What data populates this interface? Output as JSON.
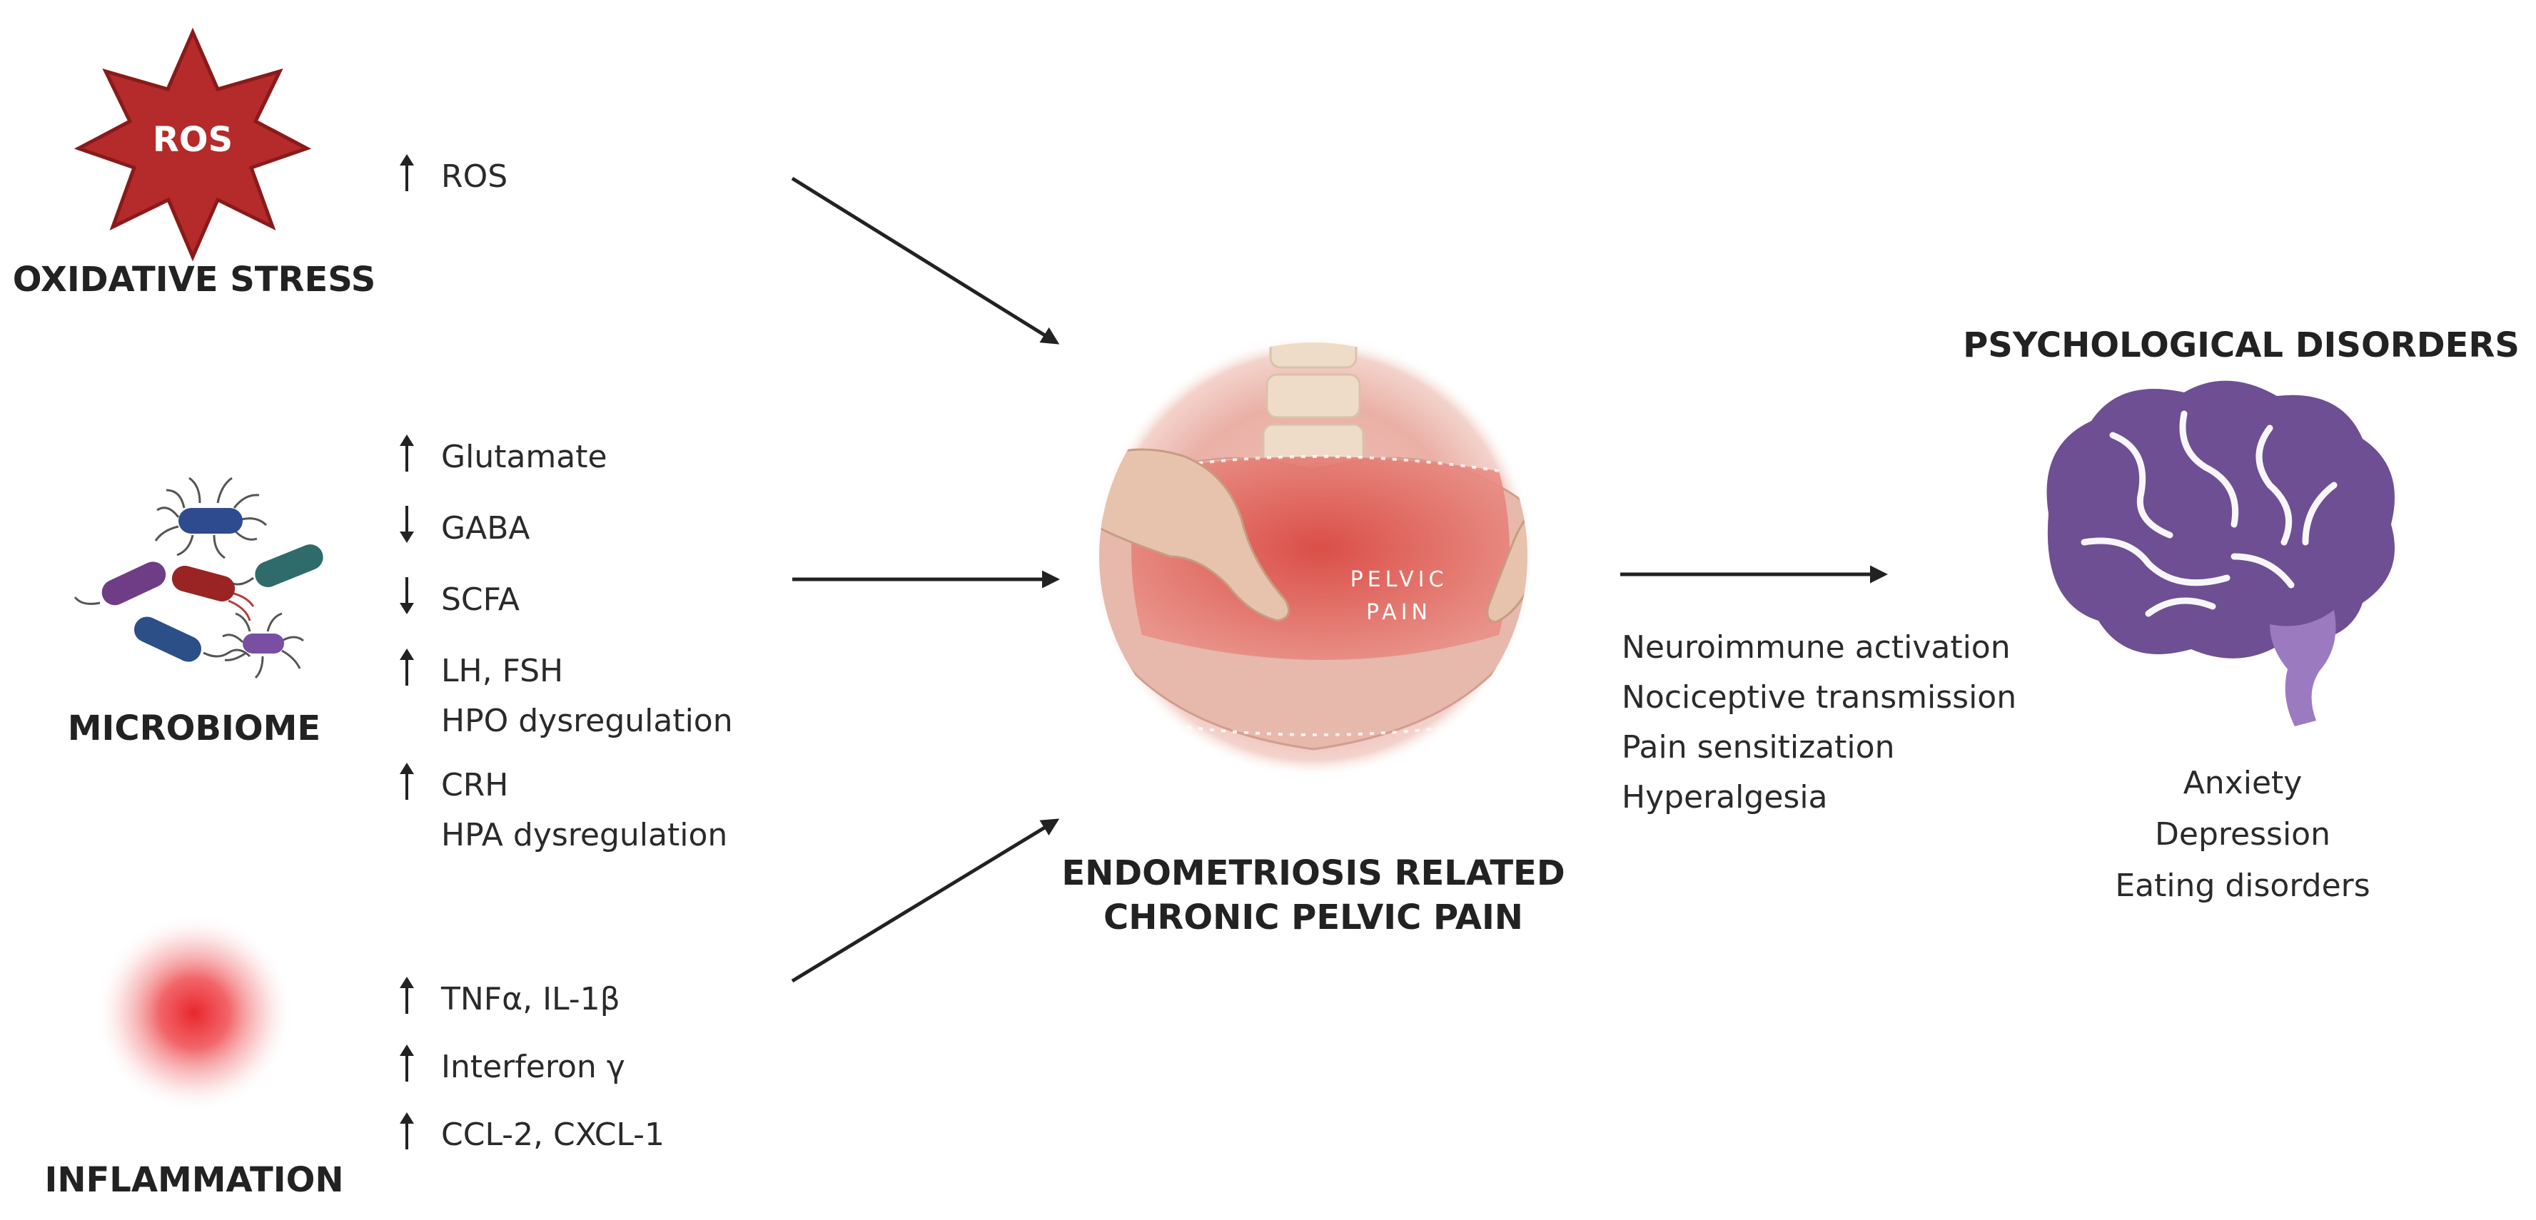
{
  "colors": {
    "ros_star": "#b52a2a",
    "ros_star_stroke": "#8a1a1a",
    "inflammation": "#e8262c",
    "brain_main": "#6e4f93",
    "brain_stem": "#9c7ac0",
    "pain_skin": "#e9a79f",
    "pain_region": "#d8554e",
    "arrow": "#222222",
    "text": "#222222"
  },
  "oxidative_stress": {
    "badge_text": "ROS",
    "title": "OXIDATIVE STRESS",
    "factors": [
      {
        "direction": "up",
        "label": "ROS"
      }
    ]
  },
  "microbiome": {
    "title": "MICROBIOME",
    "factors": [
      {
        "direction": "up",
        "label": "Glutamate"
      },
      {
        "direction": "down",
        "label": "GABA"
      },
      {
        "direction": "down",
        "label": "SCFA"
      },
      {
        "direction": "up",
        "label": "LH, FSH",
        "sub": "HPO dysregulation"
      },
      {
        "direction": "up",
        "label": "CRH",
        "sub": "HPA dysregulation"
      }
    ]
  },
  "inflammation": {
    "title": "INFLAMMATION",
    "factors": [
      {
        "direction": "up",
        "label": "TNFα, IL-1β"
      },
      {
        "direction": "up",
        "label": "Interferon γ"
      },
      {
        "direction": "up",
        "label": "CCL-2, CXCL-1"
      }
    ]
  },
  "center": {
    "image_text_line1": "PELVIC",
    "image_text_line2": "PAIN",
    "title_line1": "ENDOMETRIOSIS RELATED",
    "title_line2": "CHRONIC PELVIC PAIN"
  },
  "mechanisms": [
    "Neuroimmune activation",
    "Nociceptive transmission",
    "Pain sensitization",
    "Hyperalgesia"
  ],
  "psychological": {
    "title": "PSYCHOLOGICAL DISORDERS",
    "items": [
      "Anxiety",
      "Depression",
      "Eating disorders"
    ]
  }
}
